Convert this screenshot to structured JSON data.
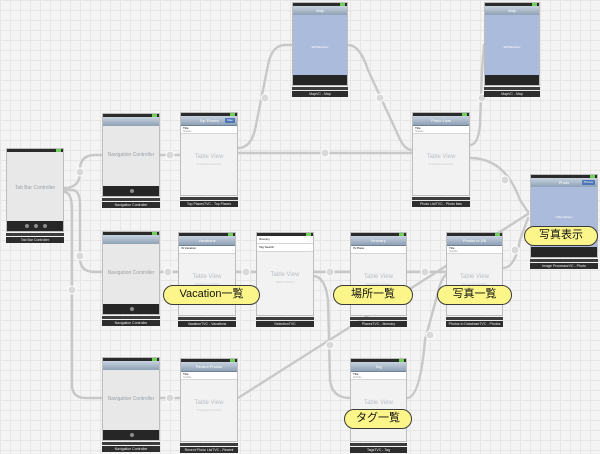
{
  "scenes": {
    "tabbar": {
      "title": "Tab Bar Controller",
      "caption": "Tab Bar Controller"
    },
    "nav1": {
      "title": "Navigation Controller",
      "caption": "Navigation Controller"
    },
    "nav2": {
      "title": "Navigation Controller",
      "caption": "Navigation Controller"
    },
    "nav3": {
      "title": "Navigation Controller",
      "caption": "Navigation Controller"
    },
    "topplaces": {
      "nav_title": "Top Places",
      "nav_button": "Map",
      "cell_title": "Title",
      "cell_subtitle": "Subtitle",
      "table_label": "Table View",
      "table_sub": "Prototype Content",
      "caption": "Top PlacesTVC - Top Places"
    },
    "map1": {
      "nav_title": "Map",
      "body_label": "MKMapView",
      "caption": "MapVC - Map"
    },
    "photolist": {
      "nav_title": "Photo Lists",
      "cell_title": "Title",
      "cell_subtitle": "Subtitle",
      "table_label": "Table View",
      "table_sub": "Prototype Content",
      "caption": "Photo ListTVC - Photo lists"
    },
    "map2": {
      "nav_title": "Map",
      "body_label": "MKMapView",
      "caption": "MapVC - Map"
    },
    "imageviewer": {
      "nav_title": "Photo",
      "nav_button": "Photos",
      "body_label": "UIScrollView",
      "caption": "Image ProcessorVC - Photo"
    },
    "vacations": {
      "nav_title": "Vacations",
      "cell_title": "IS Vacation",
      "table_label": "Table View",
      "table_sub": "Prototype Content",
      "caption": "VacationTVC - Vacations"
    },
    "selection": {
      "row1": "Itinerary",
      "row2": "Tag Search",
      "table_label": "Table View",
      "table_sub": "Static Content",
      "caption": "SelectionTVC"
    },
    "itinerary": {
      "nav_title": "Itinerary",
      "cell_title": "IS Place",
      "table_label": "Table View",
      "table_sub": "Prototype Content",
      "caption": "PlacesTVC - Itinerary"
    },
    "photosinplace": {
      "nav_title": "Photos in DB",
      "cell_title": "Title",
      "cell_subtitle": "Subtitle",
      "table_label": "Table View",
      "table_sub": "Prototype Content",
      "caption": "Photos In DatabaseTVC - Photos"
    },
    "recent": {
      "nav_title": "Recent Photos",
      "cell_title": "Title",
      "cell_subtitle": "Subtitle",
      "table_label": "Table View",
      "table_sub": "Prototype Content",
      "caption": "Recent Photo ListTVC - Recent"
    },
    "tags": {
      "nav_title": "Tag",
      "cell_title": "Title",
      "cell_subtitle": "Subtitle",
      "table_label": "Table View",
      "table_sub": "Prototype Content",
      "caption": "TagsTVC - Tag"
    }
  },
  "callouts": {
    "vacation_list": "Vacation一覧",
    "place_list": "場所一覧",
    "photo_list": "写真一覧",
    "tag_list": "タグ一覧",
    "photo_view": "写真表示"
  },
  "colors": {
    "callout_fill": "#fbf58a",
    "map_view": "#aabbdc",
    "navbar": "#8fa1b6",
    "canvas": "#f4f4f4"
  }
}
